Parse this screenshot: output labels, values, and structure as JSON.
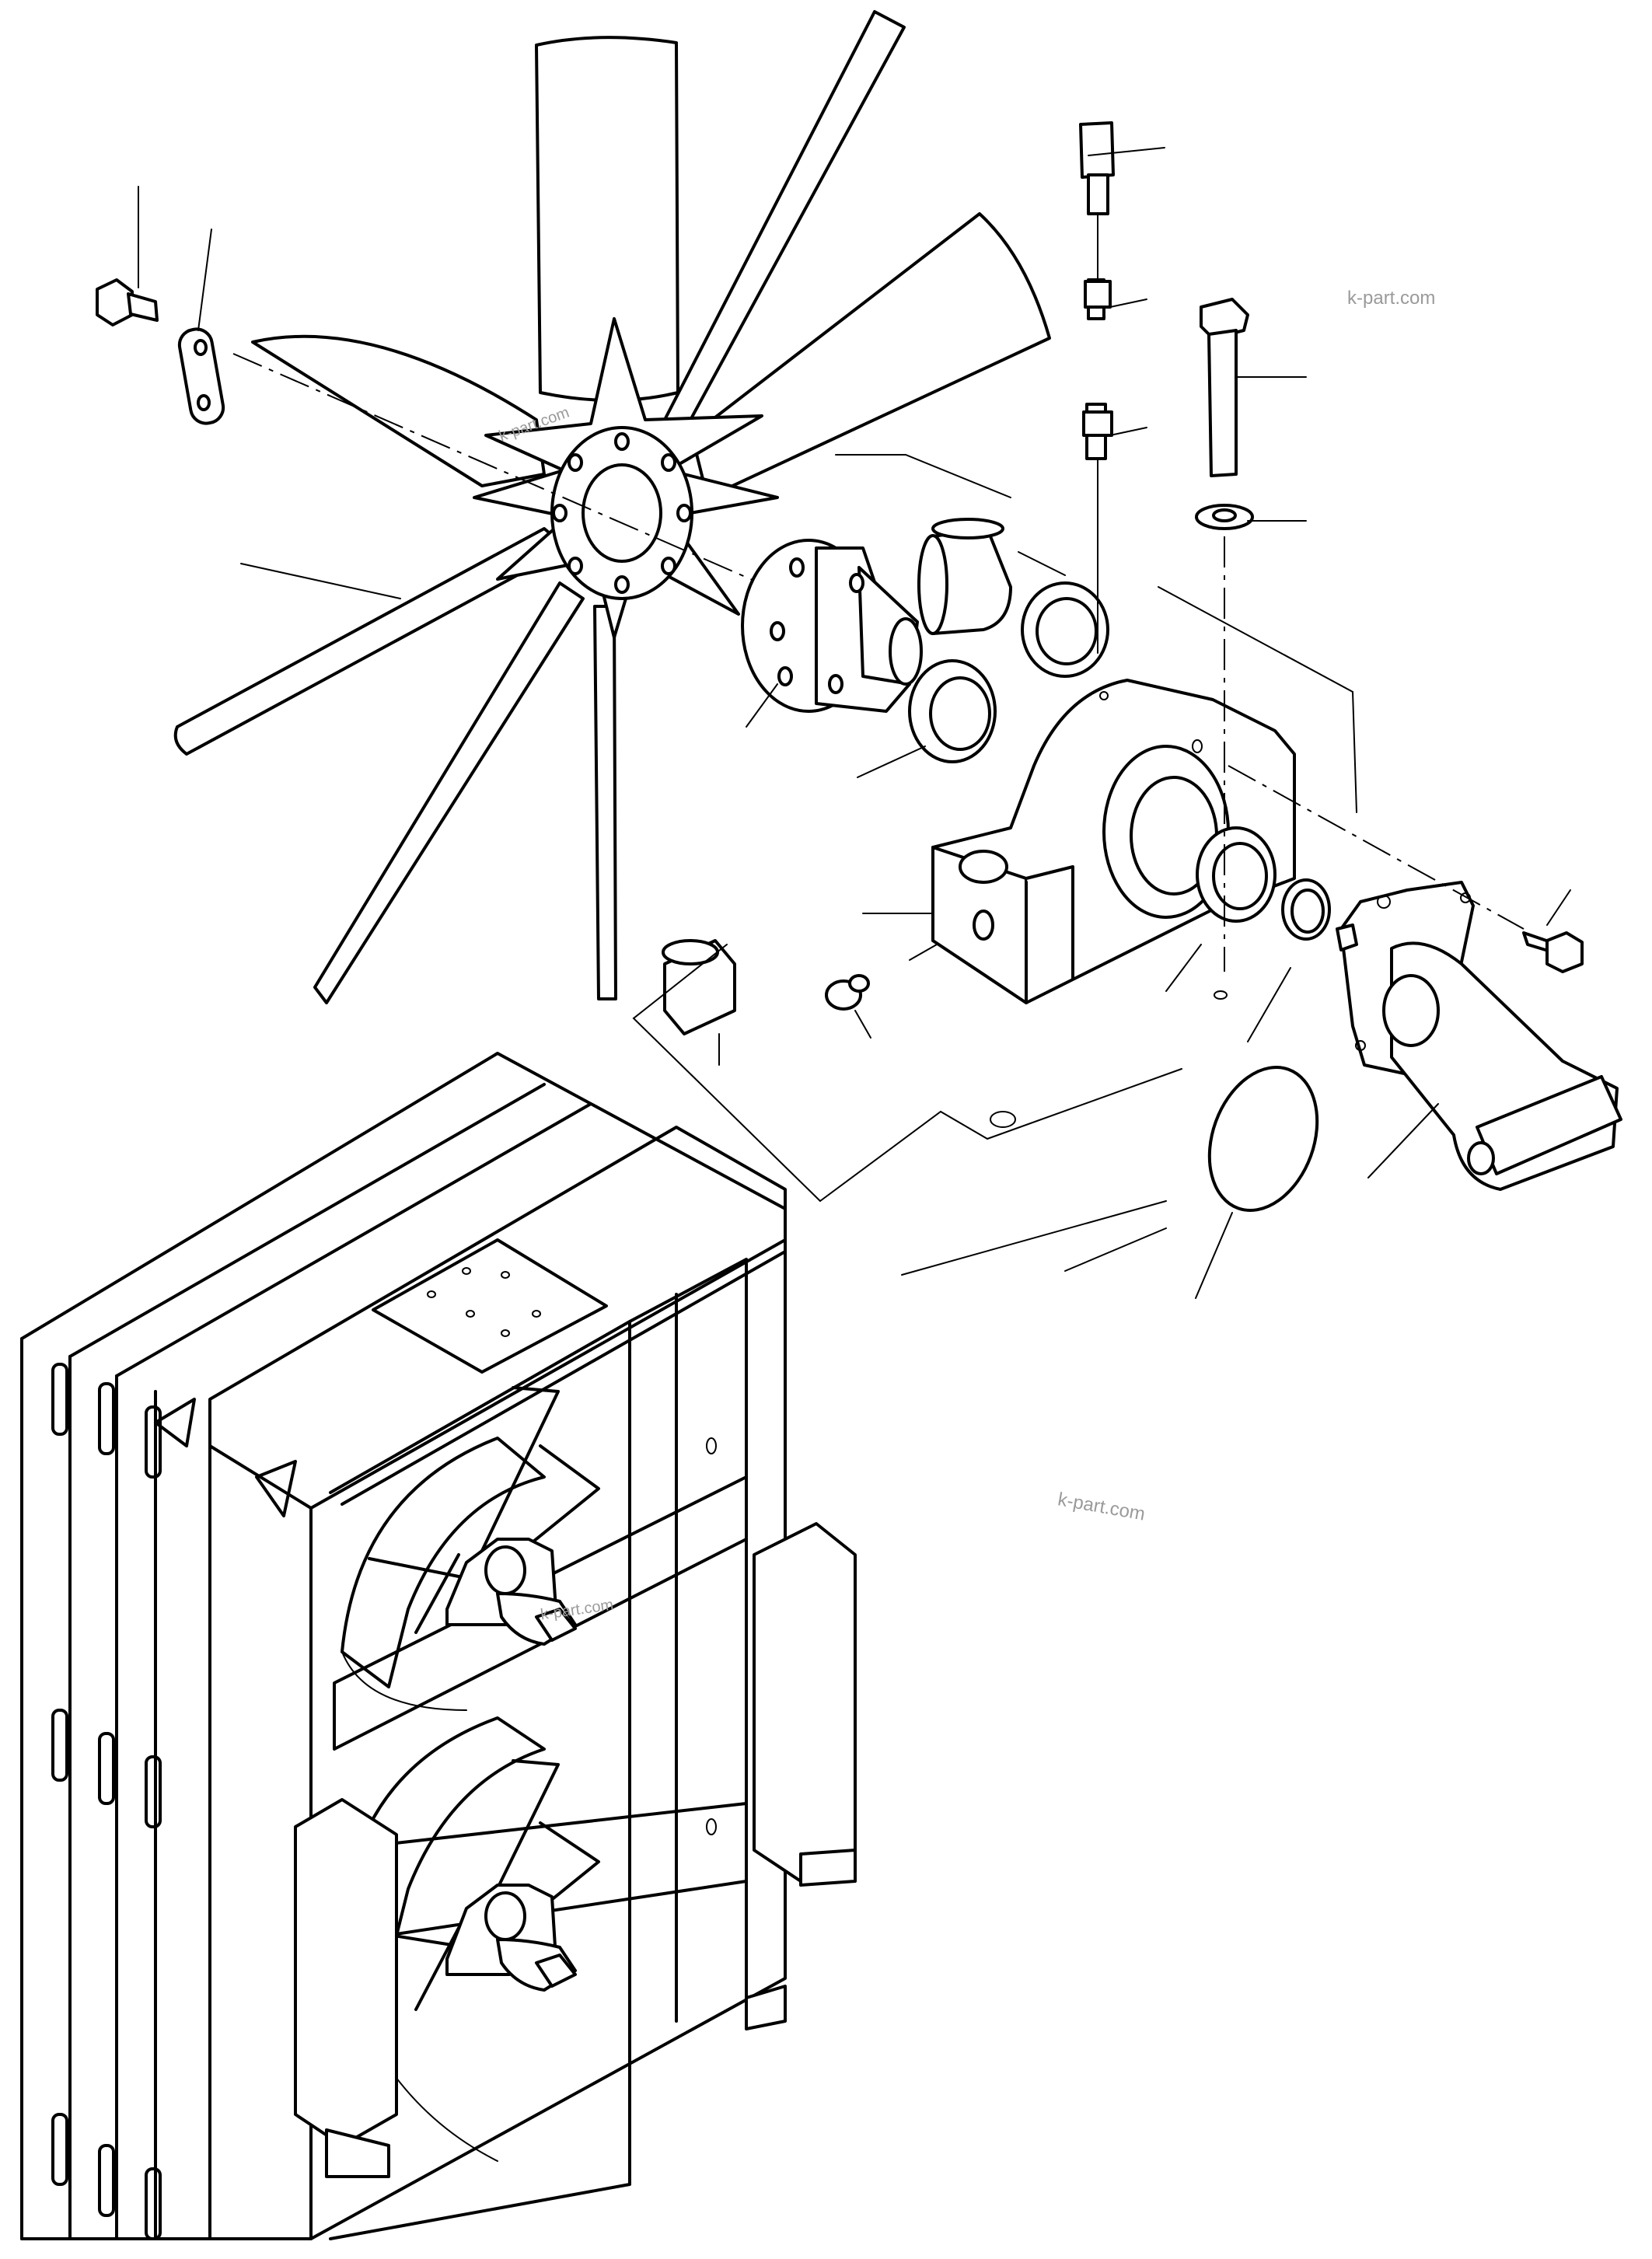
{
  "watermarks": [
    {
      "id": "wm-top-right",
      "text": "k-part.com"
    },
    {
      "id": "wm-fan",
      "text": "k-part.com"
    },
    {
      "id": "wm-middle",
      "text": "k-part.com"
    },
    {
      "id": "wm-upper-unit",
      "text": "k-part.com"
    }
  ],
  "colors": {
    "line": "#000000",
    "background": "#ffffff",
    "watermark": "#9a9a9a"
  }
}
